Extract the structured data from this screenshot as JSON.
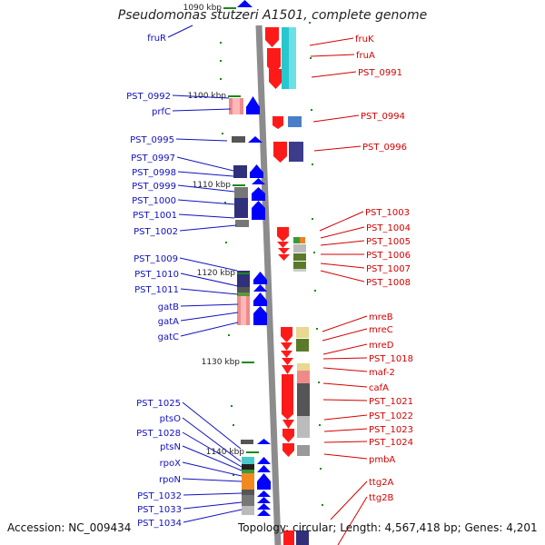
{
  "title": "Pseudomonas stutzeri A1501, complete genome",
  "footer": {
    "accession": "Accession: NC_009434",
    "topology": "Topology: circular; Length: 4,567,418 bp; Genes: 4,201"
  },
  "ticks": [
    {
      "label": "1090 kbp"
    },
    {
      "label": "1100 kbp"
    },
    {
      "label": "1110 kbp"
    },
    {
      "label": "1120 kbp"
    },
    {
      "label": "1130 kbp"
    },
    {
      "label": "1140 kbp"
    }
  ],
  "left_genes": [
    "fruR",
    "PST_0992",
    "prfC",
    "PST_0995",
    "PST_0997",
    "PST_0998",
    "PST_0999",
    "PST_1000",
    "PST_1001",
    "PST_1002",
    "PST_1009",
    "PST_1010",
    "PST_1011",
    "gatB",
    "gatA",
    "gatC",
    "PST_1025",
    "ptsO",
    "PST_1028",
    "ptsN",
    "rpoX",
    "rpoN",
    "PST_1032",
    "PST_1033",
    "PST_1034"
  ],
  "right_genes": [
    "fruK",
    "fruA",
    "PST_0991",
    "PST_0994",
    "PST_0996",
    "PST_1003",
    "PST_1004",
    "PST_1005",
    "PST_1006",
    "PST_1007",
    "PST_1008",
    "mreB",
    "mreC",
    "mreD",
    "PST_1018",
    "maf-2",
    "cafA",
    "PST_1021",
    "PST_1022",
    "PST_1023",
    "PST_1024",
    "pmbA",
    "ttg2A",
    "ttg2B"
  ],
  "colors": {
    "left_label": "#1010c0",
    "right_label": "#d40000",
    "forward_arrow": "#ff0000",
    "reverse_arrow": "#0000ff",
    "tick": "#1a8a1a",
    "axis": "#8c8c8c"
  }
}
